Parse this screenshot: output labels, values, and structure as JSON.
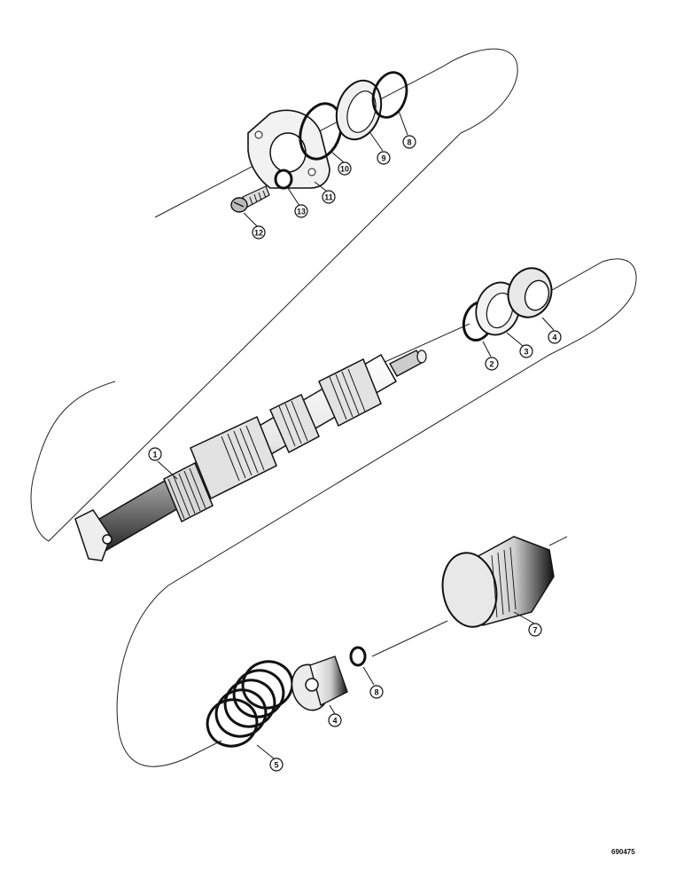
{
  "figure_id": "690475",
  "callouts": [
    {
      "id": "c-8a",
      "label": "8"
    },
    {
      "id": "c-9",
      "label": "9"
    },
    {
      "id": "c-10",
      "label": "10"
    },
    {
      "id": "c-11",
      "label": "11"
    },
    {
      "id": "c-13",
      "label": "13"
    },
    {
      "id": "c-12",
      "label": "12"
    },
    {
      "id": "c-1",
      "label": "1"
    },
    {
      "id": "c-2",
      "label": "2"
    },
    {
      "id": "c-3",
      "label": "3"
    },
    {
      "id": "c-4a",
      "label": "4"
    },
    {
      "id": "c-7",
      "label": "7"
    },
    {
      "id": "c-8b",
      "label": "8"
    },
    {
      "id": "c-4b",
      "label": "4"
    },
    {
      "id": "c-5",
      "label": "5"
    }
  ]
}
